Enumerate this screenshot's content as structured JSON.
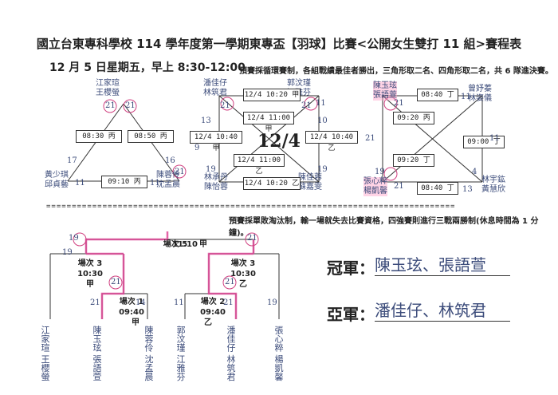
{
  "header": {
    "title": "國立台東專科學校 114 學年度第一學期東專盃【羽球】比賽<公開女生雙打 11 組>賽程表",
    "date_time": "12 月 5 日星期五，早上 8:30-12:00",
    "prelim_note": "預賽採循環賽制，各組戰績最佳者勝出，三角形取二名、四角形取二名，共 6 隊進決賽。",
    "separator": "================================================================================",
    "final_note": "預賽採單敗淘汰制，輸一場就失去比賽資格，四強賽則進行三戰兩勝制(休息時間為 1 分鐘)。"
  },
  "group1": {
    "top_names": [
      "江家瑄",
      "王櫻螢"
    ],
    "left_names": [
      "黃少琪",
      "邱貞藝"
    ],
    "right_names": [
      "陳蓉伶",
      "沈孟晨"
    ],
    "matches": [
      "08:30 丙",
      "08:50 丙",
      "09:10 丙"
    ],
    "scores": {
      "t1": "21",
      "t2": "21",
      "t3": "21",
      "l1": "17",
      "l2": "11",
      "r1": "16",
      "r2": "11"
    }
  },
  "group2": {
    "tl_names": [
      "潘佳仔",
      "林筑君"
    ],
    "tr_names": [
      "郭汶瑾",
      "江雅芬"
    ],
    "bl_names": [
      "林承丹",
      "陳怡蓉"
    ],
    "br_names": [
      "陳佳蓉",
      "蘇嘉雯"
    ],
    "matches": [
      "12/4 10:20 甲",
      "12/4 11:00 甲",
      "12/4 10:40 甲",
      "12/4 10:40 乙",
      "12/4 11:00 乙",
      "12/4 10:20 乙"
    ],
    "handwritten_date": "12/4",
    "scores": {
      "a": "21",
      "b": "21",
      "c": "19",
      "d": "11",
      "e": "13",
      "f": "9",
      "g": "19",
      "h": "10"
    }
  },
  "group3": {
    "tl_names": [
      "陳玉玹",
      "張語萱"
    ],
    "tr_names": [
      "曾妤蓁",
      "林姿儀"
    ],
    "bl_names": [
      "張心粹",
      "楊凱馨"
    ],
    "br_names": [
      "林宇鈜",
      "黃慧欣"
    ],
    "matches": [
      "08:40 丁",
      "09:20 丙",
      "09:00 丁",
      "09:20 丁",
      "08:40 丁"
    ],
    "scores": {
      "a": "21",
      "b": "11",
      "c": "21",
      "d": "11",
      "e": "19",
      "f": "21",
      "g": "4",
      "h": "13"
    }
  },
  "bracket": {
    "final": {
      "label": "場次 5",
      "time": "11:10",
      "court": "甲"
    },
    "semi_left": {
      "label": "場次 3",
      "time": "10:30",
      "court": "甲"
    },
    "semi_right": {
      "label": "場次 3",
      "time": "10:30",
      "court": "乙"
    },
    "qf_left": {
      "label": "場次 1",
      "time": "09:40",
      "court": "甲"
    },
    "qf_right": {
      "label": "場次 2",
      "time": "09:40",
      "court": "乙"
    },
    "teams": [
      "江家瑄 王櫻螢",
      "陳玉玹 張語萱",
      "陳蓉伶 沈孟晨",
      "郭汶瑾 江雅芬",
      "潘佳仔 林筑君",
      "張心粹 楊凱馨"
    ],
    "scores": {
      "f1": "19",
      "f2": "21",
      "s1": "19",
      "s2": "21",
      "q1": "21",
      "q2": "21",
      "q3": "14",
      "q4": "11",
      "q5": "21",
      "q6": "19"
    }
  },
  "results": {
    "champion_label": "冠軍：",
    "champion_value": "陳玉玹、張語萱",
    "runnerup_label": "亞軍：",
    "runnerup_value": "潘佳仔、林筑君"
  }
}
